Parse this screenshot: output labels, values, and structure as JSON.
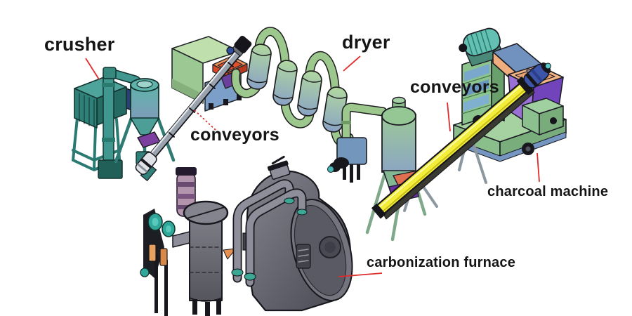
{
  "labels": {
    "crusher": "crusher",
    "conveyors_left": "conveyors",
    "dryer": "dryer",
    "conveyors_right": "conveyors",
    "charcoal_machine": "charcoal machine",
    "carbonization_furnace": "carbonization furnace"
  },
  "machines": [
    "crusher",
    "screw conveyor",
    "airflow dryer",
    "belt conveyor",
    "charcoal briquette machine",
    "carbonization furnace"
  ],
  "colors": {
    "background": "#ffffff",
    "label_text": "#151515",
    "leader_line": "#e02b2b",
    "crusher_teal": "#3f978f",
    "feeder_green": "#9cc993",
    "hopper_orange": "#e0502c",
    "funnel_purple": "#6a3f9e",
    "dryer_pipe_green": "#9cc88e",
    "dryer_cylinder_blue": "#8aa2c4",
    "cyclone_green": "#95c795",
    "conveyor_yellow": "#f2ee3a",
    "conveyor_motor_blue": "#3c55a8",
    "machine_body_green": "#8cc48e",
    "machine_motor_teal": "#63c0b2",
    "machine_panel_salmon": "#f0ae7e",
    "machine_hopper_purple": "#8a5fd0",
    "furnace_gray": "#62626e",
    "furnace_chimney_mauve": "#b294ac",
    "furnace_valve_teal": "#2fa89a"
  }
}
